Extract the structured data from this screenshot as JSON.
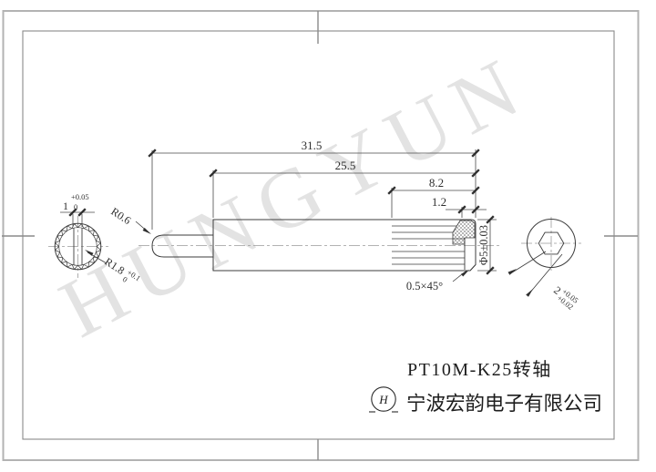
{
  "watermark": "HUNGYUN",
  "title_block": {
    "part_title": "PT10M-K25转轴",
    "company_name": "宁波宏韵电子有限公司",
    "logo_letter": "H"
  },
  "dimensions": {
    "overall_length": "31.5",
    "body_length": "25.5",
    "knurl_length": "8.2",
    "collar_width": "1.2",
    "end_chamfer": "0.5×45°",
    "body_diameter": "Φ5±0.03",
    "tip_radius": "R0.6",
    "slot_radius": {
      "value": "R1.8",
      "tol_upper": "+0.1",
      "tol_lower": "0"
    },
    "slot_width": {
      "value": "1",
      "tol_upper": "+0.05",
      "tol_lower": "0"
    },
    "hex_across_flats": {
      "value": "2",
      "tol_upper": "+0.05",
      "tol_lower": "+0.02"
    }
  },
  "colors": {
    "line": "#3c3c3c",
    "frame_outer": "#b3b3b3",
    "frame_inner": "#8a8a8a",
    "centerline": "#9b9b9b",
    "watermark": "#e3e3e3",
    "background": "#ffffff"
  }
}
